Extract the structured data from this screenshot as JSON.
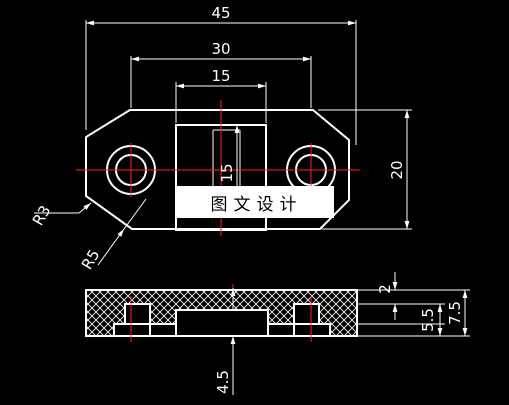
{
  "dimensions": {
    "overall_width": "45",
    "hole_spacing": "30",
    "slot_width": "15",
    "slot_height": "15",
    "overall_height": "20",
    "corner_radius": "R3",
    "hole_radius": "R5",
    "section_top_thickness": "2",
    "section_step": "5.5",
    "section_total_height": "7.5",
    "section_bottom": "4.5"
  },
  "watermark": "图文设计",
  "colors": {
    "background": "#000000",
    "outline": "#ffffff",
    "centerline": "#ff2020",
    "hatch": "#ffffff"
  }
}
